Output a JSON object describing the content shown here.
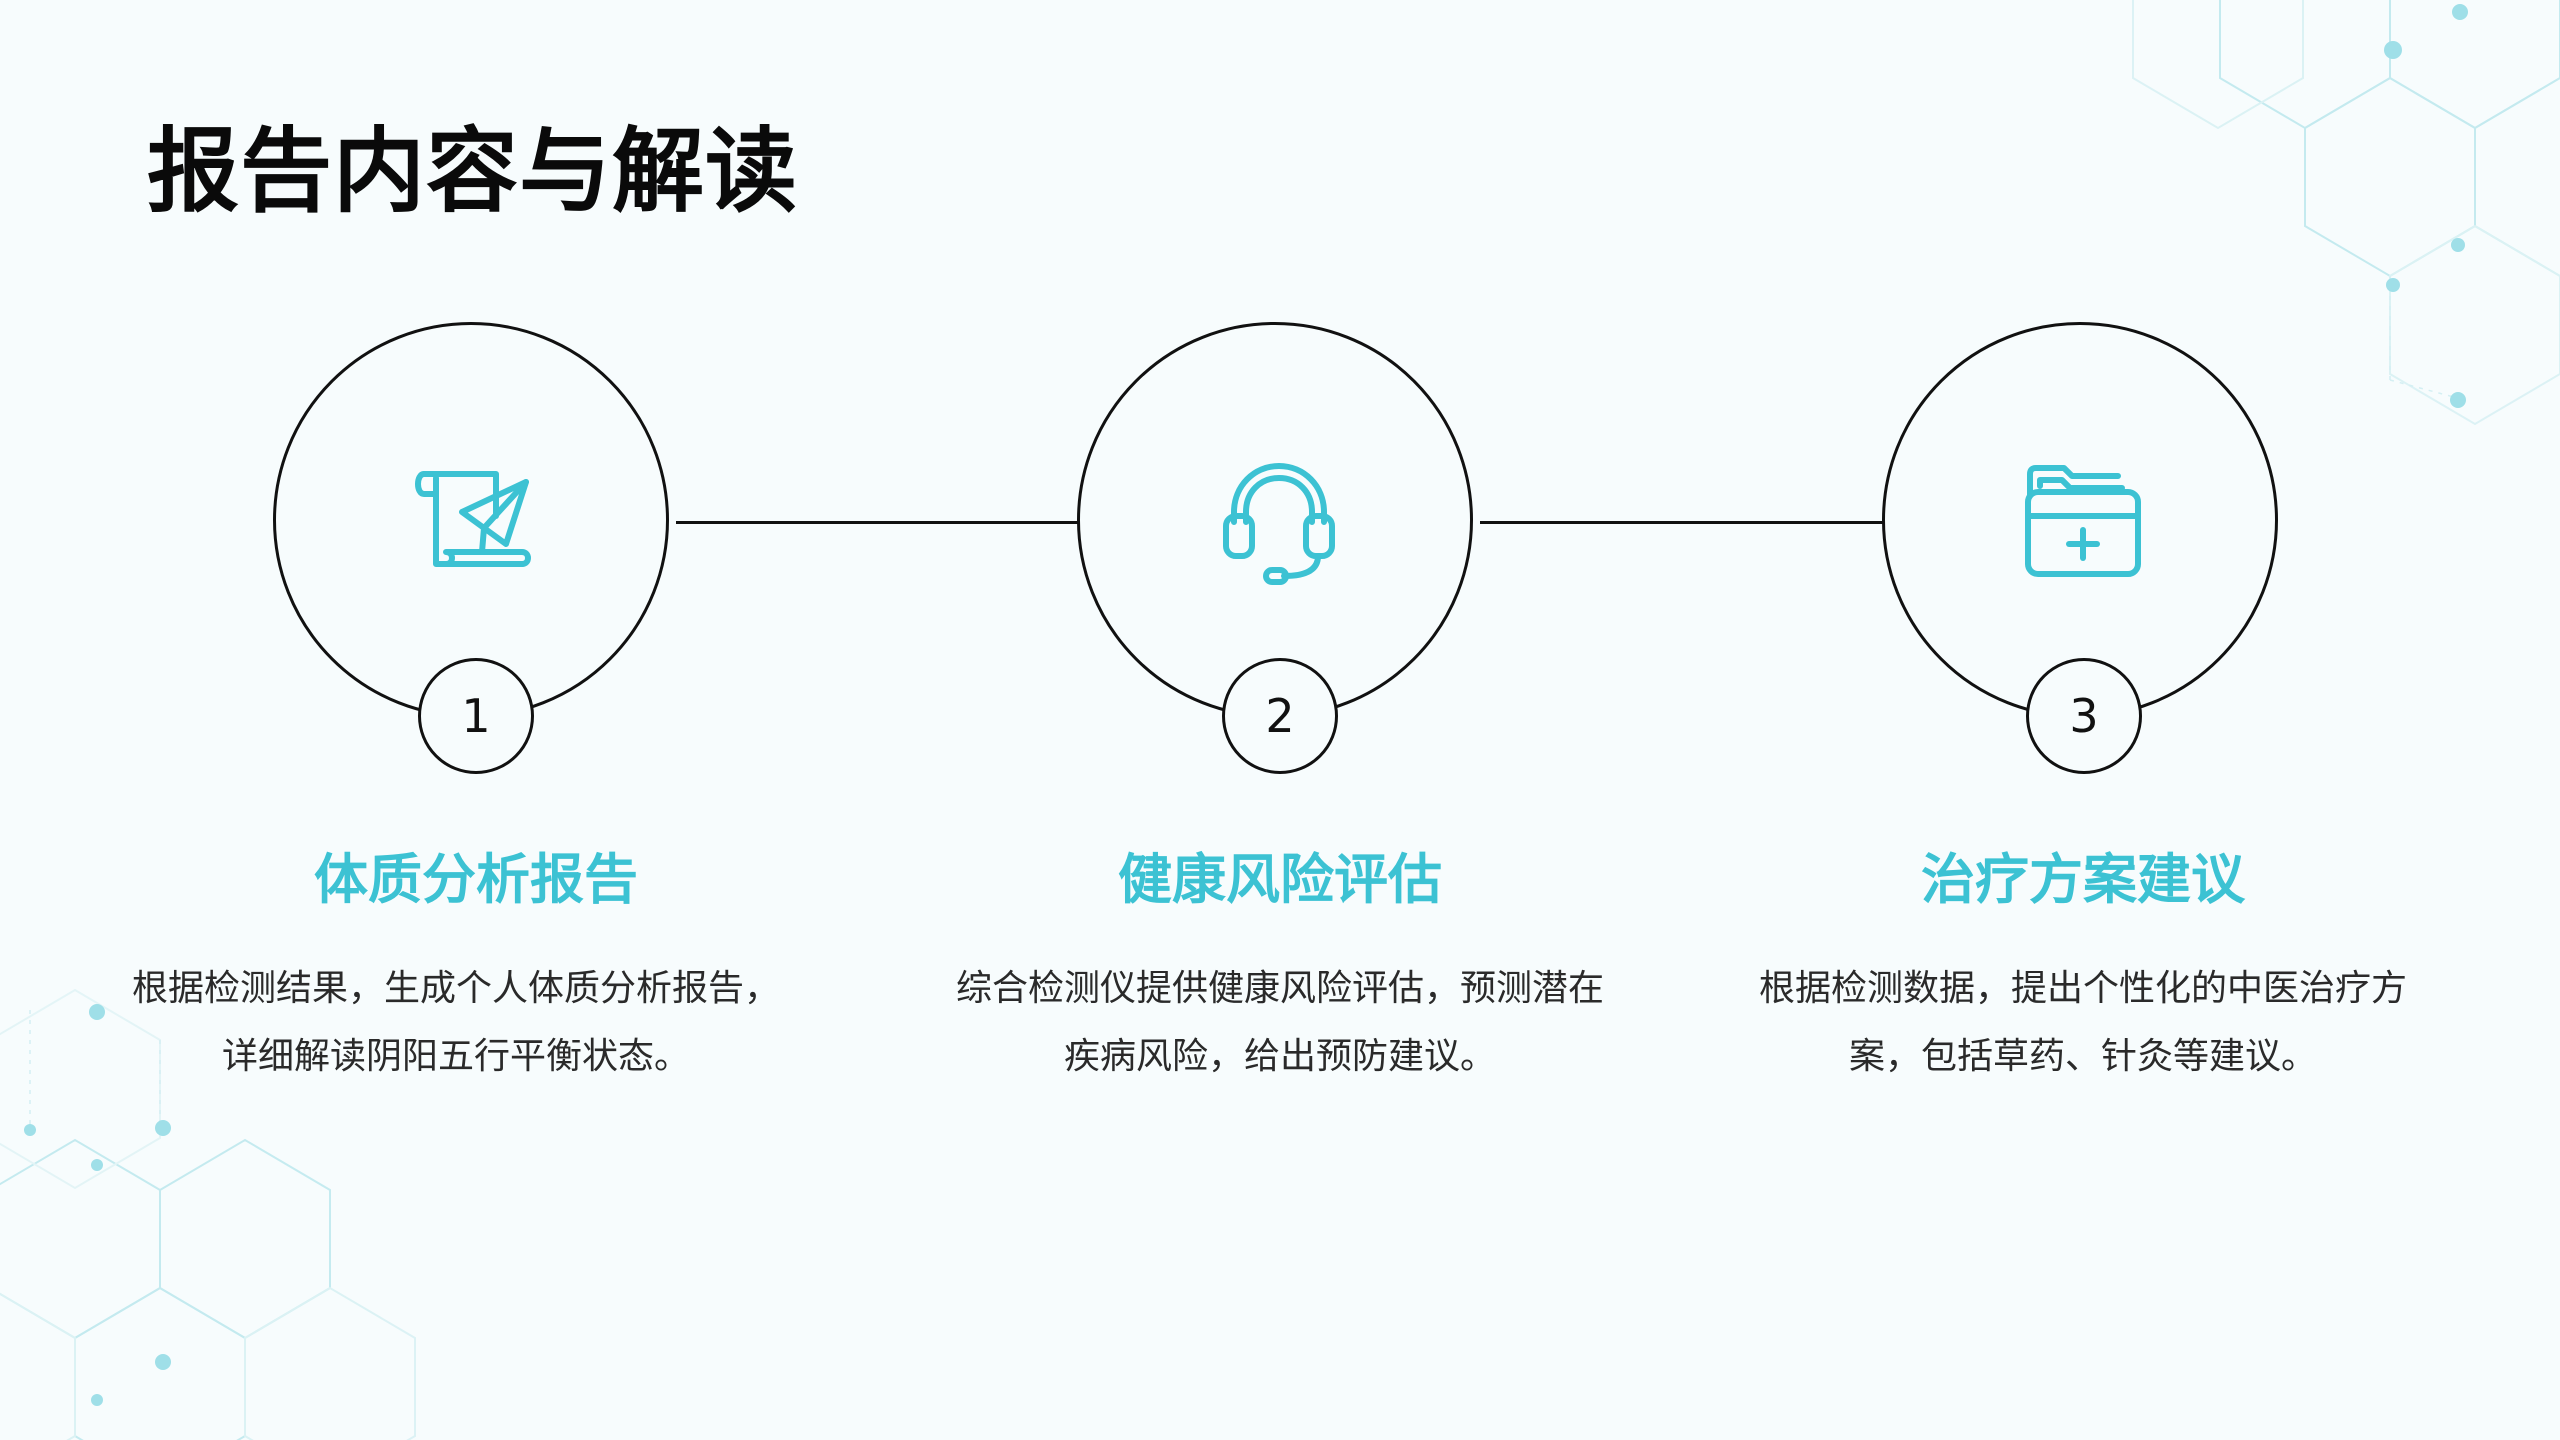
{
  "title": "报告内容与解读",
  "accent_color": "#3cc2d3",
  "steps": [
    {
      "number": "1",
      "icon": "paper-plane-scroll-icon",
      "title": "体质分析报告",
      "description": "根据检测结果，生成个人体质分析报告，详细解读阴阳五行平衡状态。"
    },
    {
      "number": "2",
      "icon": "headset-icon",
      "title": "健康风险评估",
      "description": "综合检测仪提供健康风险评估，预测潜在疾病风险，给出预防建议。"
    },
    {
      "number": "3",
      "icon": "medical-folder-icon",
      "title": "治疗方案建议",
      "description": "根据检测数据，提出个性化的中医治疗方案，包括草药、针灸等建议。"
    }
  ]
}
